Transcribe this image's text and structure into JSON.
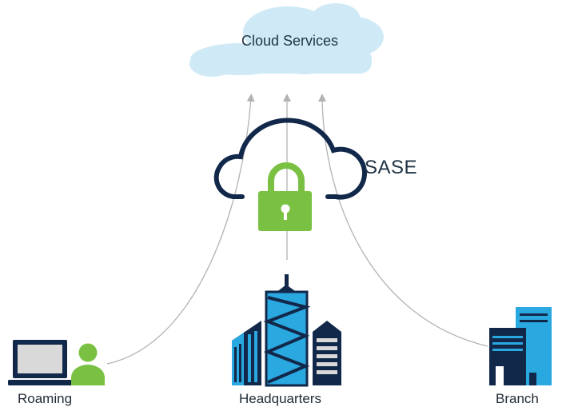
{
  "cloud": {
    "label": "Cloud Services"
  },
  "sase": {
    "label": "SASE"
  },
  "sites": {
    "roaming": {
      "label": "Roaming"
    },
    "headquarters": {
      "label": "Headquarters"
    },
    "branch": {
      "label": "Branch"
    }
  },
  "colors": {
    "cloud_fill": "#cfeaf6",
    "sase_outline": "#12284a",
    "lock_green": "#7ac143",
    "navy": "#12284a",
    "cyan": "#2aa8e0",
    "arrow_gray": "#b3b3b3",
    "screen_gray": "#d9d9d9"
  },
  "icons": [
    "cloud-icon",
    "sase-cloud-icon",
    "lock-icon",
    "laptop-icon",
    "user-icon",
    "headquarters-building-icon",
    "branch-building-icon"
  ]
}
